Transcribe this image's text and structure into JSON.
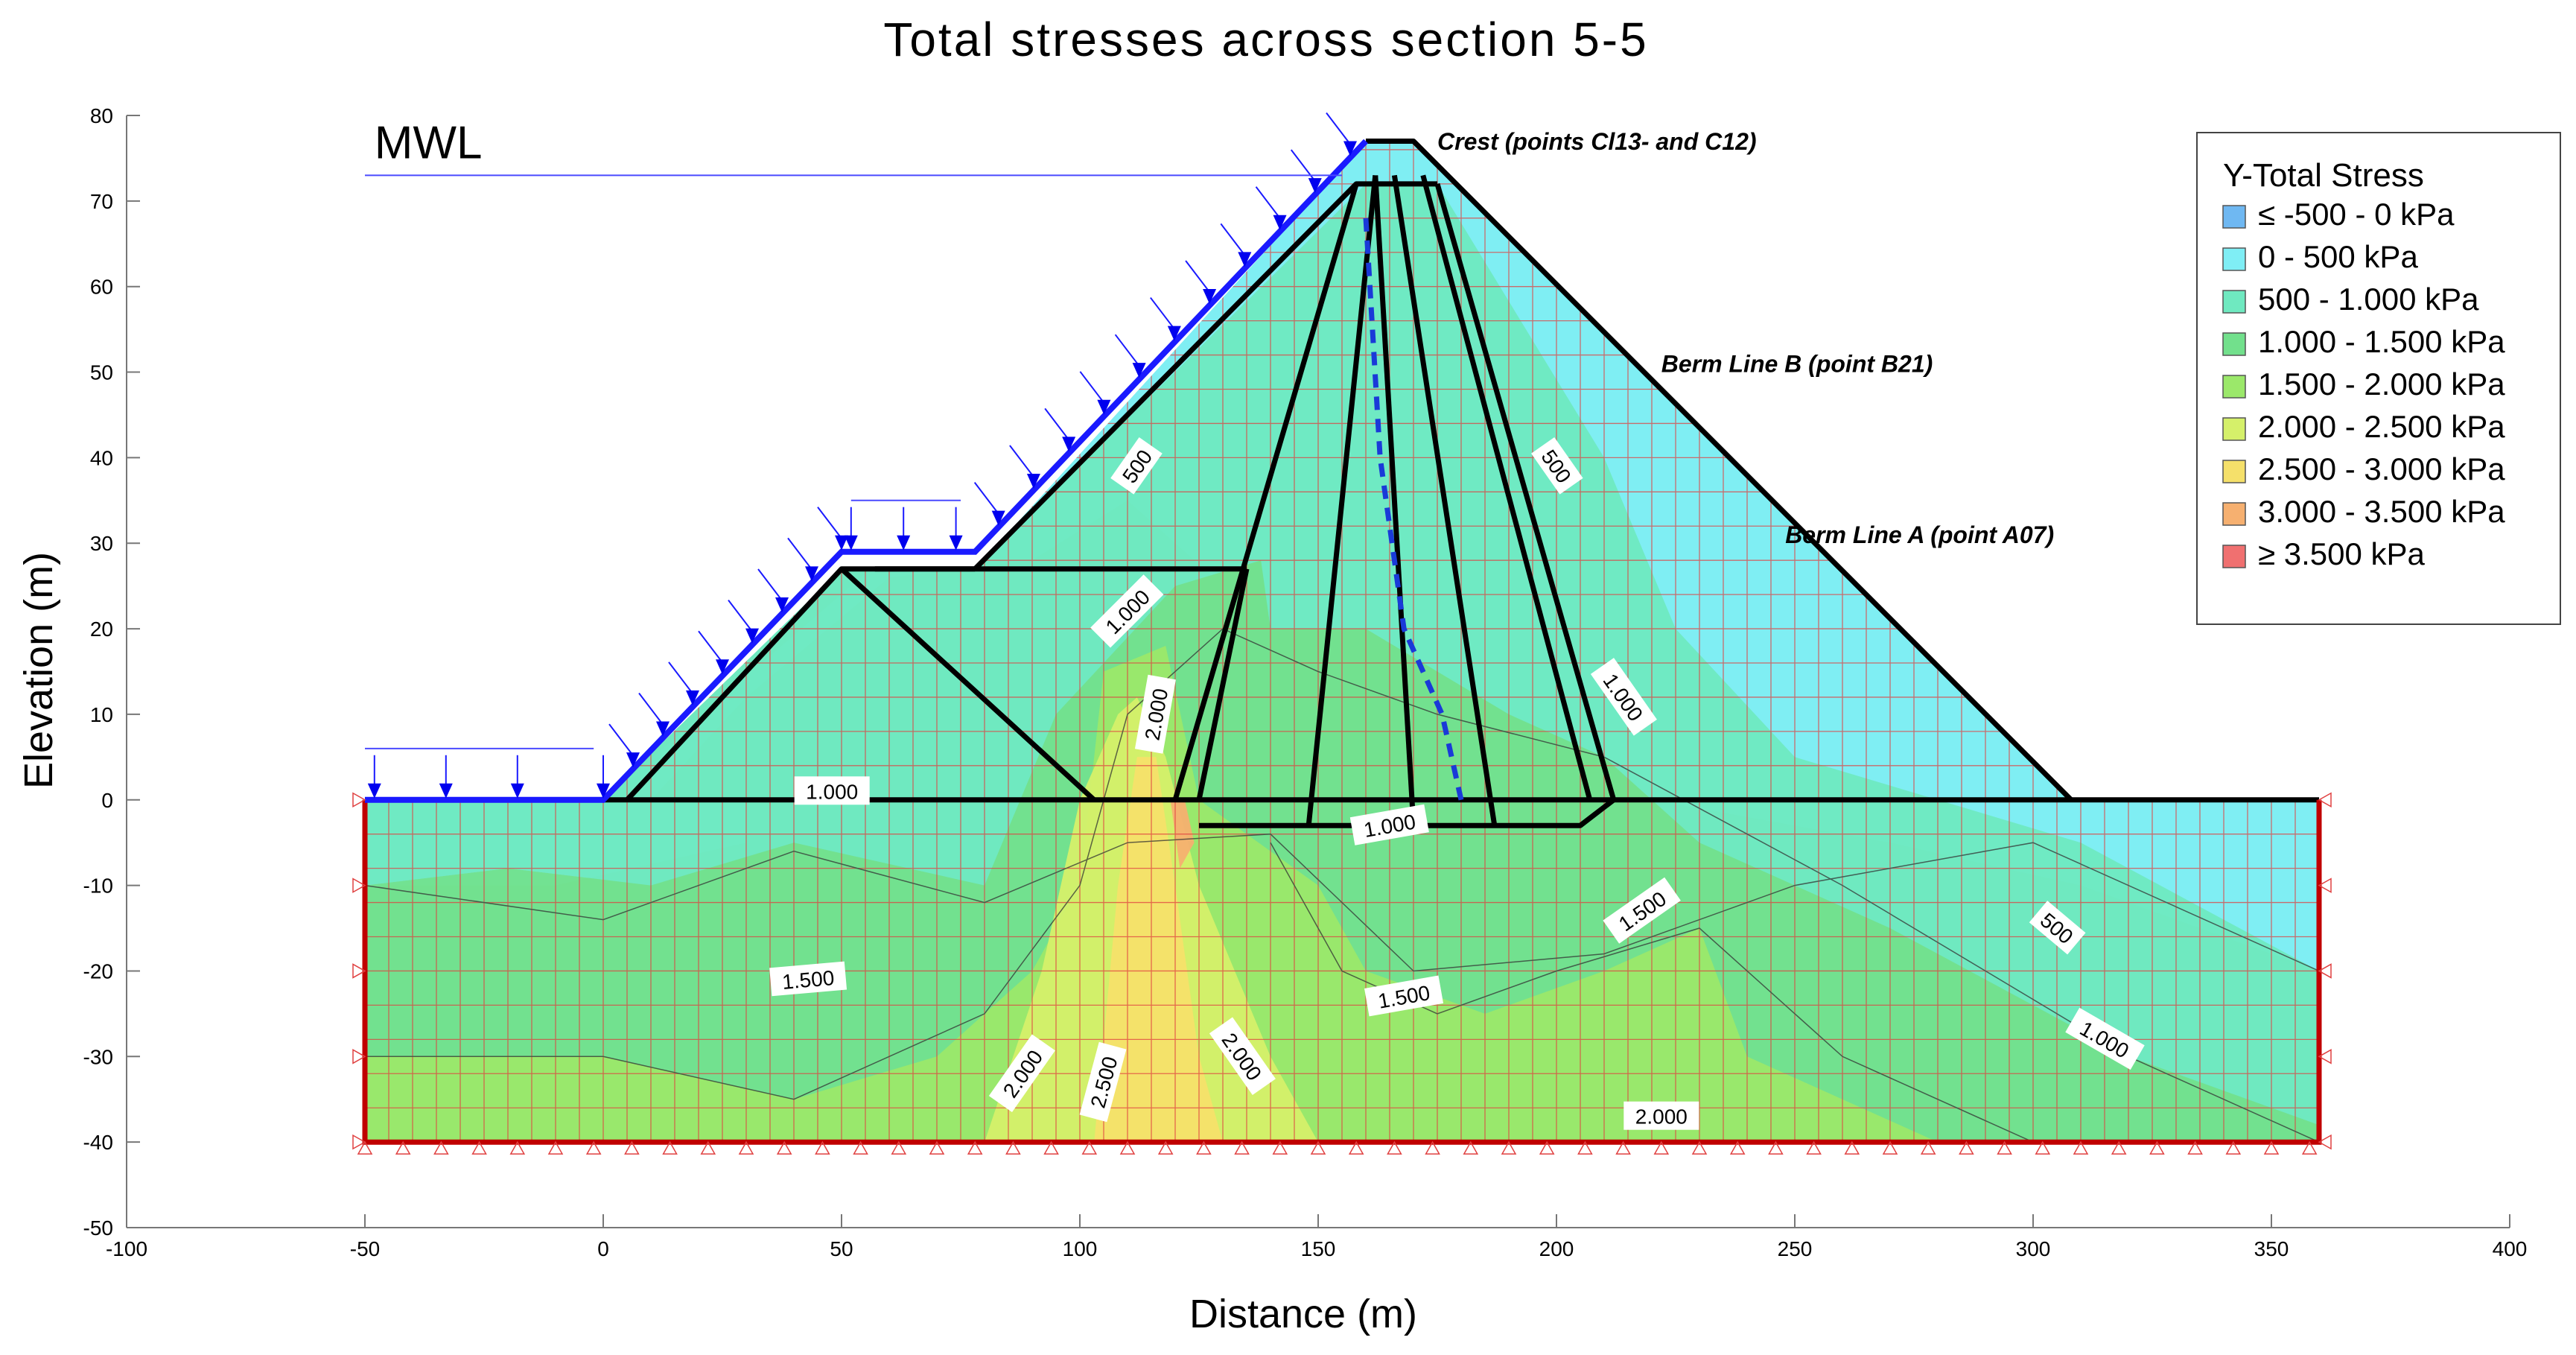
{
  "chart_data": {
    "type": "contour",
    "title": "Total  stresses  across  section  5-5",
    "xlabel": "Distance (m)",
    "ylabel": "Elevation  (m)",
    "xlim": [
      -100,
      400
    ],
    "ylim": [
      -50,
      80
    ],
    "xticks": [
      "-100",
      "-50",
      "0",
      "50",
      "100",
      "150",
      "200",
      "250",
      "300",
      "350",
      "400"
    ],
    "yticks": [
      "80",
      "70",
      "60",
      "50",
      "40",
      "30",
      "20",
      "10",
      "0",
      "-10",
      "-20",
      "-30",
      "-40",
      "-50"
    ],
    "legend": {
      "title": "Y-Total Stress",
      "placement": "top-right",
      "entries": [
        {
          "label": "≤ -500 - 0 kPa",
          "color": "#6fb8f2"
        },
        {
          "label": "0 - 500 kPa",
          "color": "#7feef5"
        },
        {
          "label": "500 - 1.000 kPa",
          "color": "#6fe9c0"
        },
        {
          "label": "1.000 - 1.500 kPa",
          "color": "#72e08c"
        },
        {
          "label": "1.500 - 2.000 kPa",
          "color": "#9be86a"
        },
        {
          "label": "2.000 - 2.500 kPa",
          "color": "#d5f06a"
        },
        {
          "label": "2.500 - 3.000 kPa",
          "color": "#f5e06a"
        },
        {
          "label": "3.000 - 3.500 kPa",
          "color": "#f6b070"
        },
        {
          "label": "≥ 3.500 kPa",
          "color": "#f07070"
        }
      ]
    },
    "annotations": {
      "mwl": "MWL",
      "crest": "Crest (points Cl13- and C12)",
      "berm_b": "Berm Line B (point B21)",
      "berm_a": "Berm Line A (point A07)"
    },
    "contour_labels": [
      {
        "text": "500",
        "x": 112,
        "y": 39,
        "angle": -55
      },
      {
        "text": "500",
        "x": 200,
        "y": 39,
        "angle": 55
      },
      {
        "text": "500",
        "x": 305,
        "y": -15,
        "angle": 40
      },
      {
        "text": "1.000",
        "x": 110,
        "y": 22,
        "angle": -45
      },
      {
        "text": "1.000",
        "x": 214,
        "y": 12,
        "angle": 55
      },
      {
        "text": "1.000",
        "x": 48,
        "y": 1,
        "angle": 0
      },
      {
        "text": "1.000",
        "x": 165,
        "y": -3,
        "angle": -10
      },
      {
        "text": "1.000",
        "x": 315,
        "y": -28,
        "angle": 30
      },
      {
        "text": "1.500",
        "x": 218,
        "y": -13,
        "angle": -35
      },
      {
        "text": "1.500",
        "x": 43,
        "y": -21,
        "angle": -5
      },
      {
        "text": "1.500",
        "x": 168,
        "y": -23,
        "angle": -10
      },
      {
        "text": "2.000",
        "x": 116,
        "y": 10,
        "angle": -80
      },
      {
        "text": "2.000",
        "x": 88,
        "y": -32,
        "angle": -55
      },
      {
        "text": "2.000",
        "x": 134,
        "y": -30,
        "angle": 55
      },
      {
        "text": "2.000",
        "x": 222,
        "y": -37,
        "angle": 0
      },
      {
        "text": "2.500",
        "x": 105,
        "y": -33,
        "angle": -75
      }
    ],
    "zones": [
      {
        "color": "#7feef5",
        "poly": [
          [
            0,
            0
          ],
          [
            160,
            77
          ],
          [
            170,
            77
          ],
          [
            308,
            0
          ],
          [
            360,
            0
          ],
          [
            360,
            -20
          ],
          [
            310,
            -10
          ],
          [
            270,
            -5
          ],
          [
            220,
            0
          ],
          [
            180,
            0
          ],
          [
            170,
            -2
          ],
          [
            140,
            0
          ],
          [
            130,
            25
          ],
          [
            110,
            35
          ],
          [
            90,
            28
          ],
          [
            60,
            26
          ],
          [
            30,
            12
          ],
          [
            10,
            0
          ]
        ]
      },
      {
        "color": "#7feef5",
        "poly": [
          [
            -50,
            0
          ],
          [
            0,
            0
          ],
          [
            30,
            0
          ],
          [
            30,
            -5
          ],
          [
            -10,
            -10
          ],
          [
            -50,
            -10
          ]
        ]
      },
      {
        "color": "#6fe9c0",
        "poly": [
          [
            0,
            0
          ],
          [
            50,
            27
          ],
          [
            78,
            27
          ],
          [
            160,
            72
          ],
          [
            175,
            72
          ],
          [
            210,
            40
          ],
          [
            225,
            20
          ],
          [
            250,
            5
          ],
          [
            310,
            -5
          ],
          [
            360,
            -20
          ],
          [
            360,
            -38
          ],
          [
            320,
            -30
          ],
          [
            270,
            -15
          ],
          [
            230,
            -8
          ],
          [
            200,
            -12
          ],
          [
            180,
            -10
          ],
          [
            160,
            -18
          ],
          [
            140,
            -5
          ],
          [
            110,
            -5
          ],
          [
            80,
            -10
          ],
          [
            40,
            -5
          ],
          [
            10,
            -10
          ],
          [
            -20,
            -8
          ],
          [
            -50,
            -10
          ],
          [
            -50,
            0
          ]
        ]
      },
      {
        "color": "#72e08c",
        "poly": [
          [
            95,
            10
          ],
          [
            120,
            25
          ],
          [
            138,
            28
          ],
          [
            140,
            20
          ],
          [
            160,
            20
          ],
          [
            175,
            15
          ],
          [
            190,
            10
          ],
          [
            210,
            5
          ],
          [
            230,
            -5
          ],
          [
            270,
            -15
          ],
          [
            320,
            -30
          ],
          [
            360,
            -38
          ],
          [
            360,
            -40
          ],
          [
            -50,
            -40
          ],
          [
            -50,
            -10
          ],
          [
            -20,
            -8
          ],
          [
            10,
            -10
          ],
          [
            40,
            -5
          ],
          [
            80,
            -10
          ]
        ]
      },
      {
        "color": "#9be86a",
        "poly": [
          [
            -50,
            -30
          ],
          [
            0,
            -30
          ],
          [
            40,
            -35
          ],
          [
            70,
            -30
          ],
          [
            90,
            -20
          ],
          [
            100,
            -10
          ],
          [
            105,
            15
          ],
          [
            118,
            18
          ],
          [
            125,
            0
          ],
          [
            150,
            -10
          ],
          [
            160,
            -20
          ],
          [
            185,
            -25
          ],
          [
            210,
            -20
          ],
          [
            230,
            -15
          ],
          [
            240,
            -30
          ],
          [
            280,
            -40
          ],
          [
            -50,
            -40
          ]
        ]
      },
      {
        "color": "#d5f06a",
        "poly": [
          [
            80,
            -40
          ],
          [
            92,
            -20
          ],
          [
            100,
            0
          ],
          [
            108,
            10
          ],
          [
            112,
            12
          ],
          [
            118,
            5
          ],
          [
            125,
            -10
          ],
          [
            140,
            -30
          ],
          [
            150,
            -40
          ]
        ]
      },
      {
        "color": "#f5e06a",
        "poly": [
          [
            103,
            -40
          ],
          [
            108,
            -10
          ],
          [
            112,
            5
          ],
          [
            116,
            5
          ],
          [
            120,
            -10
          ],
          [
            125,
            -30
          ],
          [
            130,
            -40
          ]
        ]
      },
      {
        "color": "#f6b070",
        "poly": [
          [
            119,
            0
          ],
          [
            122,
            0
          ],
          [
            124,
            -5
          ],
          [
            121,
            -8
          ]
        ]
      }
    ]
  }
}
